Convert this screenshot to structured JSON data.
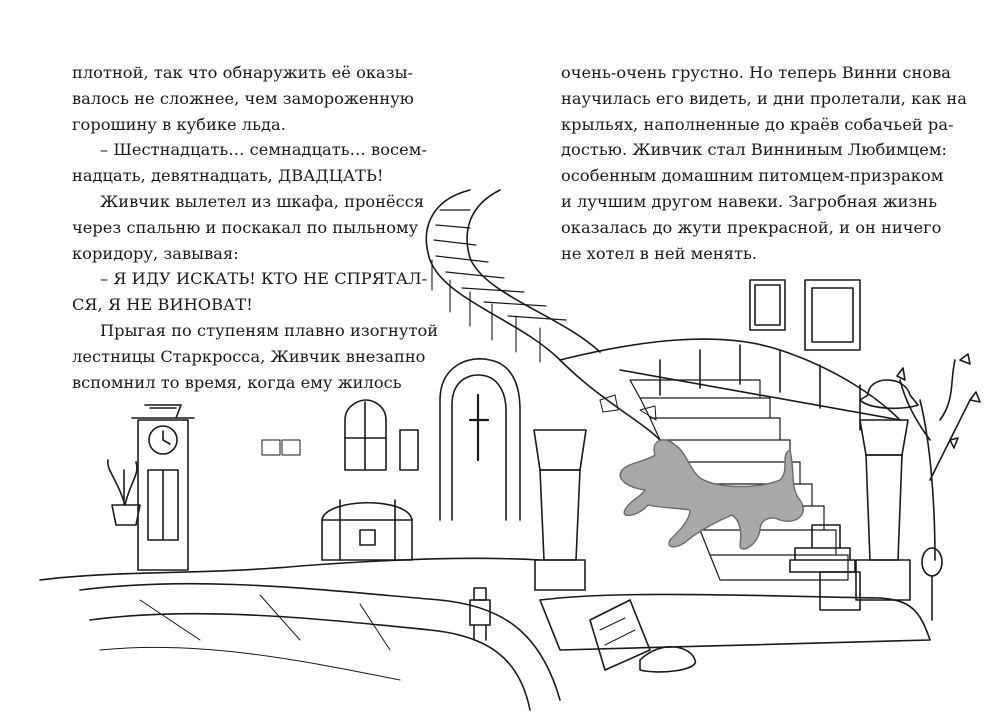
{
  "left_column": [
    "плотной, так что обнаружить её оказы-",
    "валось не сложнее, чем замороженную",
    "горошину в кубике льда.",
    "– Шестнадцать… семнадцать… восем-",
    "надцать, девятнадцать, ДВАДЦАТЬ!",
    "Живчик вылетел из шкафа, пронёсся",
    "через спальню и поскакал по пыльному",
    "коридору, завывая:",
    "– Я ИДУ ИСКАТЬ! КТО НЕ СПРЯТАЛ-",
    "СЯ, Я НЕ ВИНОВАТ!",
    "Прыгая по ступеням плавно изогнутой",
    "лестницы Старкросса, Живчик внезапно",
    "вспомнил то время, когда ему жилось"
  ],
  "right_column": [
    "очень-очень грустно. Но теперь Винни снова",
    "научилась его видеть, и дни пролетали, как на",
    "крыльях, наполненные до краёв собачьей ра-",
    "достью. Живчик стал Винниным Любимцем:",
    "особенным домашним питомцем-призраком",
    "и лучшим другом навеки. Загробная жизнь",
    "оказалась до жути прекрасной, и он ничего",
    "не хотел в ней менять."
  ],
  "illustration": {
    "description_icon": "staircase-illustration",
    "ink_color": "#1a1a1a",
    "ghost_dog_color": "#9a9a9a"
  }
}
